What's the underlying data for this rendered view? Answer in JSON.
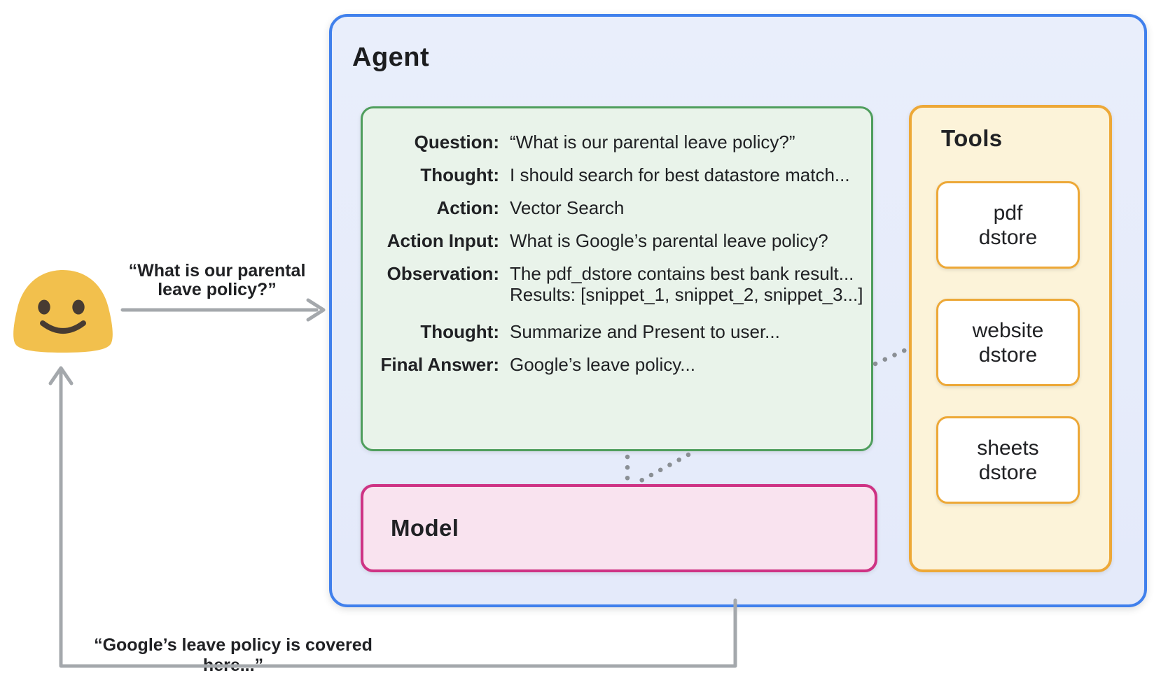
{
  "colors": {
    "agent_fill": "#e6ecfa",
    "agent_border": "#4080ec",
    "scratchpad_fill": "#e9f3ea",
    "scratchpad_border": "#4f9e5d",
    "model_fill": "#f9e3ef",
    "model_border": "#ce3384",
    "tools_fill": "#fcf3d9",
    "tools_border": "#eda837",
    "card_fill": "#ffffff",
    "arrow_gray": "#a4a8ac",
    "dot_gray": "#8a8f94",
    "text_dark": "#202124",
    "emoji_yellow": "#f2c04d",
    "emoji_features": "#473b32"
  },
  "user_side": {
    "icon": "smiling-blob-emoji",
    "request_label_line1": "“What is our parental",
    "request_label_line2": "leave policy?”",
    "response_label": "“Google’s leave policy is covered here...”"
  },
  "agent": {
    "title": "Agent",
    "scratchpad": {
      "rows": [
        {
          "label": "Question:",
          "value": "“What is our parental leave policy?”"
        },
        {
          "label": "Thought:",
          "value": "I should search for best datastore match..."
        },
        {
          "label": "Action:",
          "value": "Vector Search"
        },
        {
          "label": "Action Input:",
          "value": "What is Google’s parental leave policy?"
        },
        {
          "label": "Observation:",
          "value": "The pdf_dstore contains best bank result...",
          "value_line2": "Results: [snippet_1, snippet_2, snippet_3...]"
        },
        {
          "label": "Thought:",
          "value": "Summarize and Present to user..."
        },
        {
          "label": "Final Answer:",
          "value": "Google’s leave policy..."
        }
      ]
    },
    "model": {
      "title": "Model"
    },
    "tools": {
      "title": "Tools",
      "items": [
        {
          "line1": "pdf",
          "line2": "dstore"
        },
        {
          "line1": "website",
          "line2": "dstore"
        },
        {
          "line1": "sheets",
          "line2": "dstore"
        }
      ]
    }
  }
}
